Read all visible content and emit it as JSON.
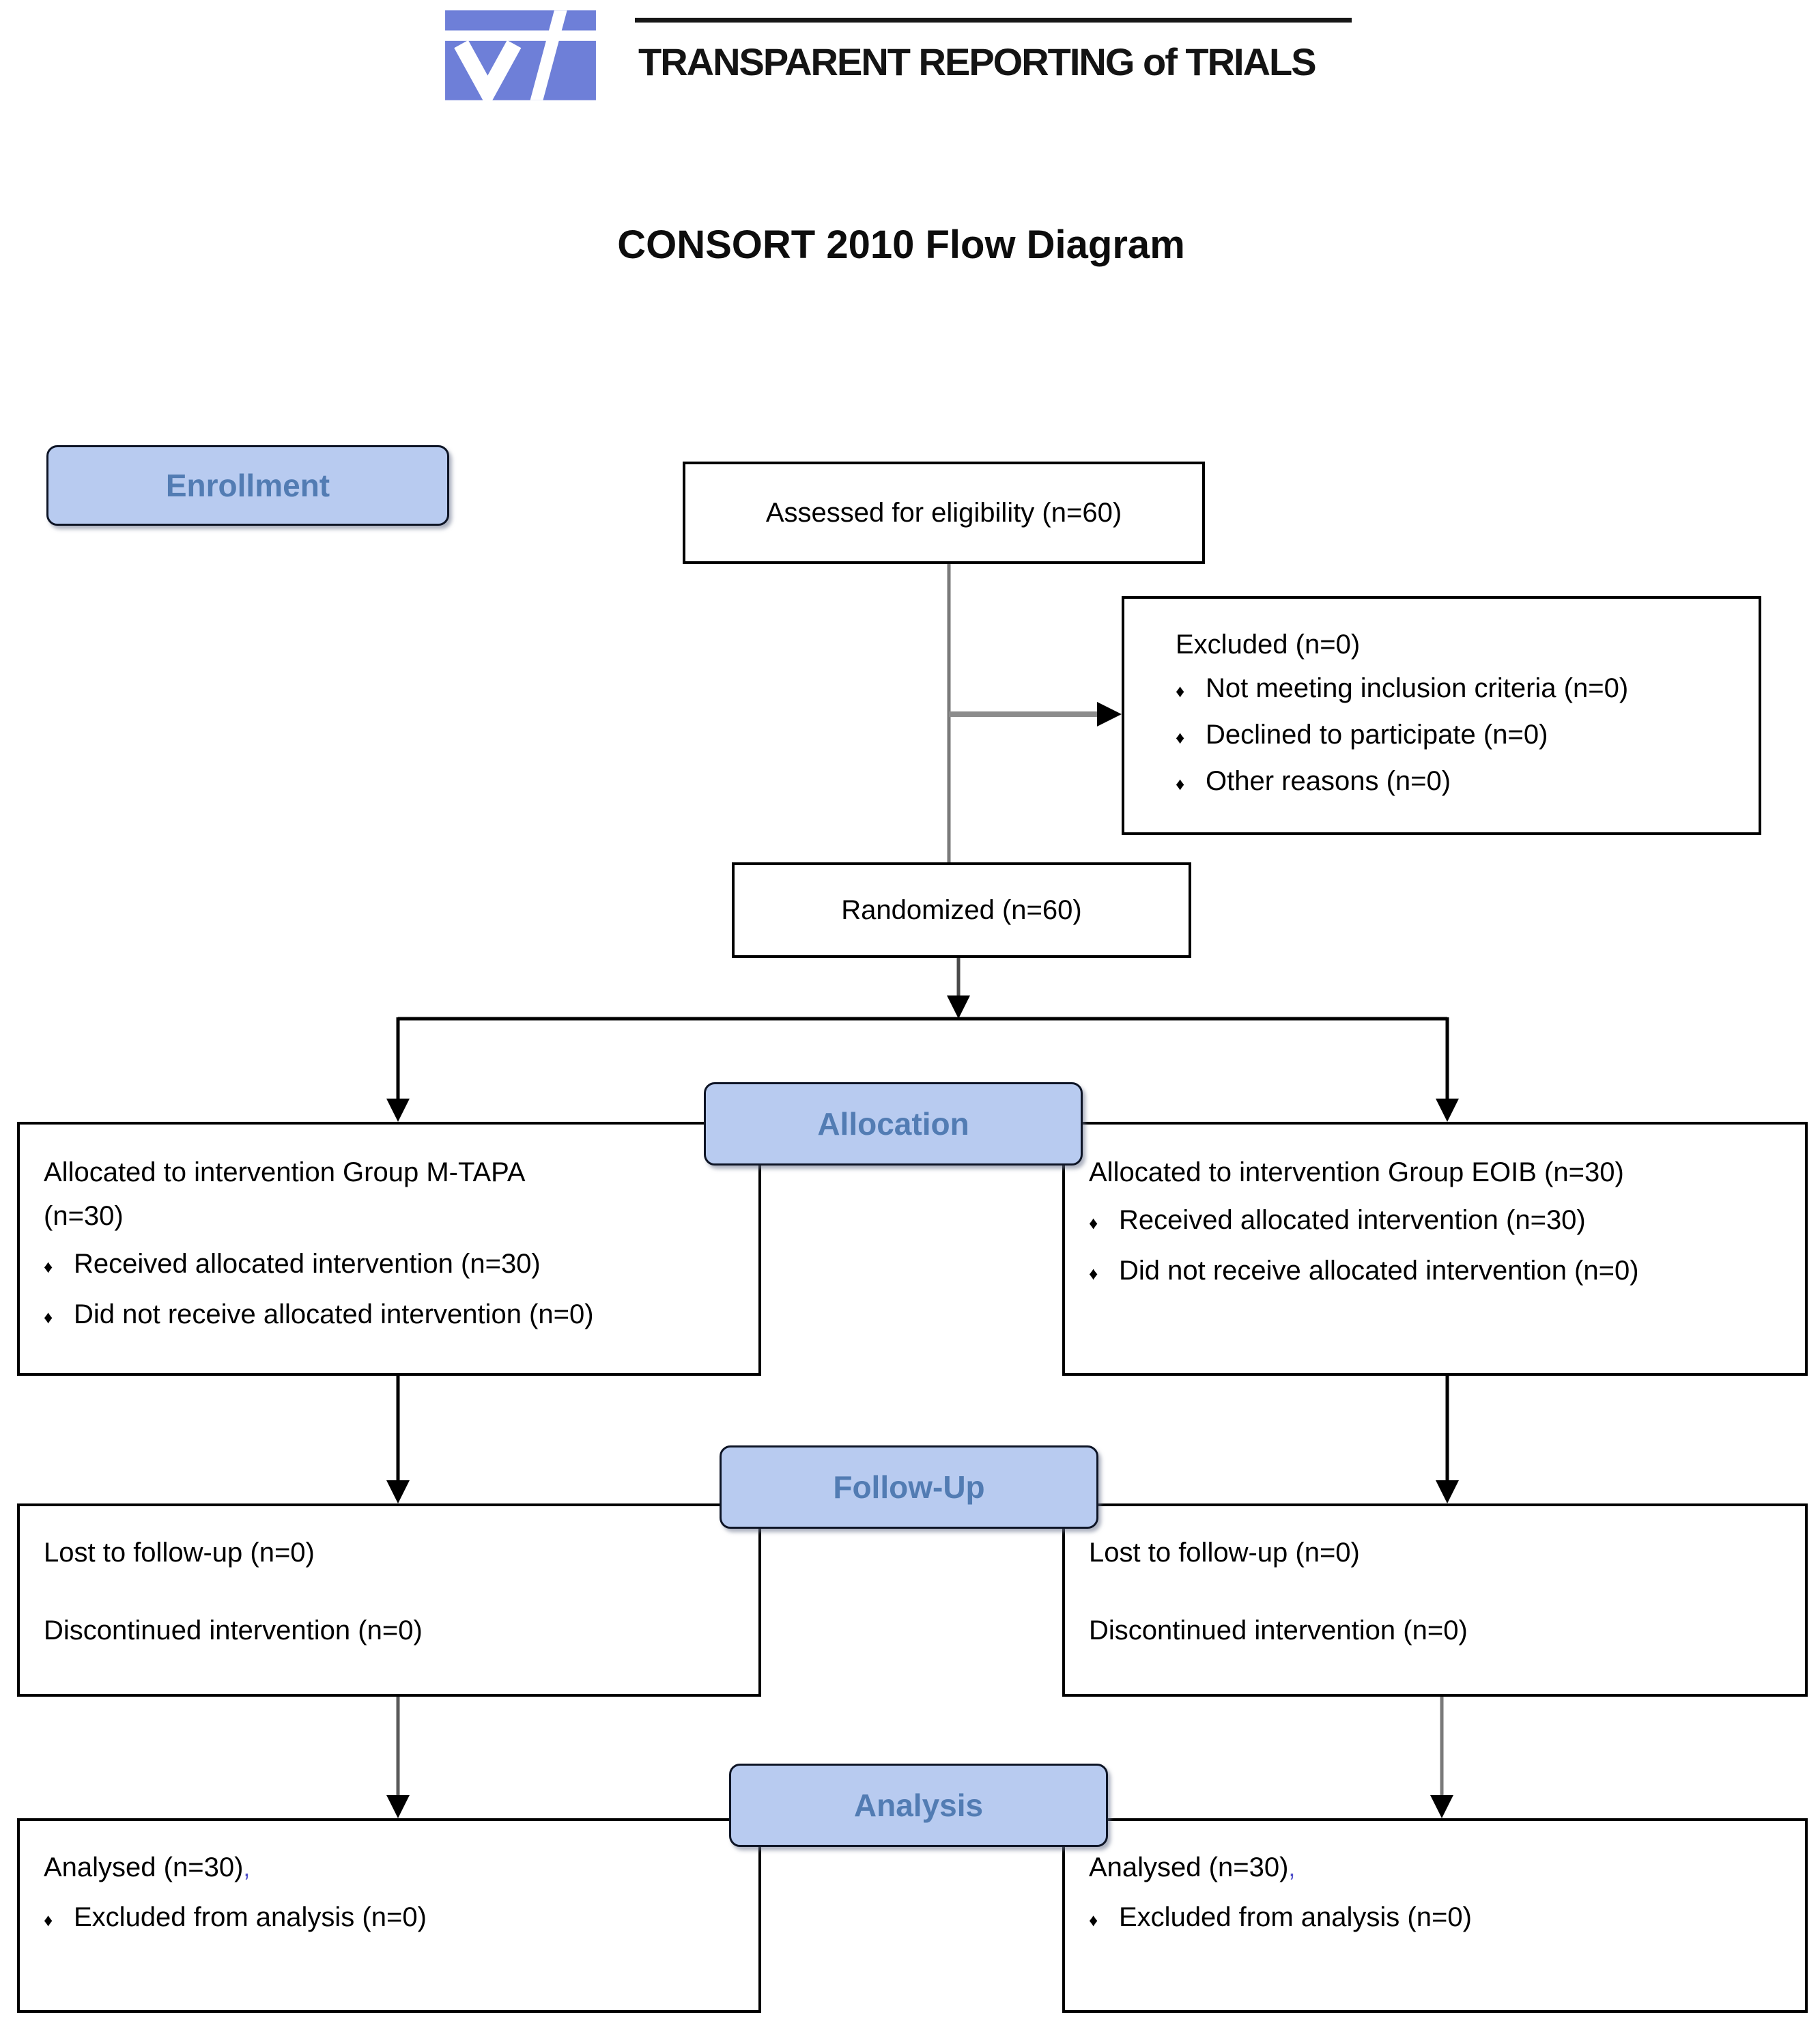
{
  "logo": {
    "text": "TRANSPARENT REPORTING of TRIALS",
    "icon_color": "#6e7fd8",
    "rule_color": "#161616"
  },
  "title": "CONSORT 2010 Flow Diagram",
  "glyphs": {
    "bullet": "♦"
  },
  "colors": {
    "stage_fill": "#b8cbf0",
    "stage_border": "#0e1526",
    "stage_text": "#527cb3",
    "box_border": "#000000",
    "connector_gray": "#7a7a7a",
    "connector_black": "#000000",
    "note_mark_blue": "#4d4dc8"
  },
  "stage_labels": {
    "enrollment": "Enrollment",
    "allocation": "Allocation",
    "followup": "Follow-Up",
    "analysis": "Analysis"
  },
  "boxes": {
    "assessed": {
      "text": "Assessed for eligibility (n=60)"
    },
    "excluded": {
      "title": "Excluded (n=0)",
      "items": [
        "Not meeting inclusion criteria (n=0)",
        "Declined to participate (n=0)",
        "Other reasons (n=0)"
      ]
    },
    "randomized": {
      "text": "Randomized (n=60)"
    },
    "alloc_left": {
      "title_lines": [
        "Allocated to intervention Group M-TAPA",
        "(n=30)"
      ],
      "items": [
        "Received allocated intervention (n=30)",
        "Did not receive allocated intervention (n=0)"
      ]
    },
    "alloc_right": {
      "title": "Allocated to intervention Group EOIB (n=30)",
      "items": [
        "Received allocated intervention (n=30)",
        "Did not receive allocated intervention (n=0)"
      ]
    },
    "fu_left": {
      "lines": [
        "Lost to follow-up (n=0)",
        "Discontinued intervention (n=0)"
      ]
    },
    "fu_right": {
      "lines": [
        "Lost to follow-up (n=0)",
        "Discontinued intervention (n=0)"
      ]
    },
    "an_left": {
      "title": "Analysed (n=30)",
      "note_mark": ",",
      "items": [
        "Excluded from analysis (n=0)"
      ]
    },
    "an_right": {
      "title": "Analysed (n=30)",
      "note_mark": ",",
      "items": [
        "Excluded from analysis (n=0)"
      ]
    }
  }
}
